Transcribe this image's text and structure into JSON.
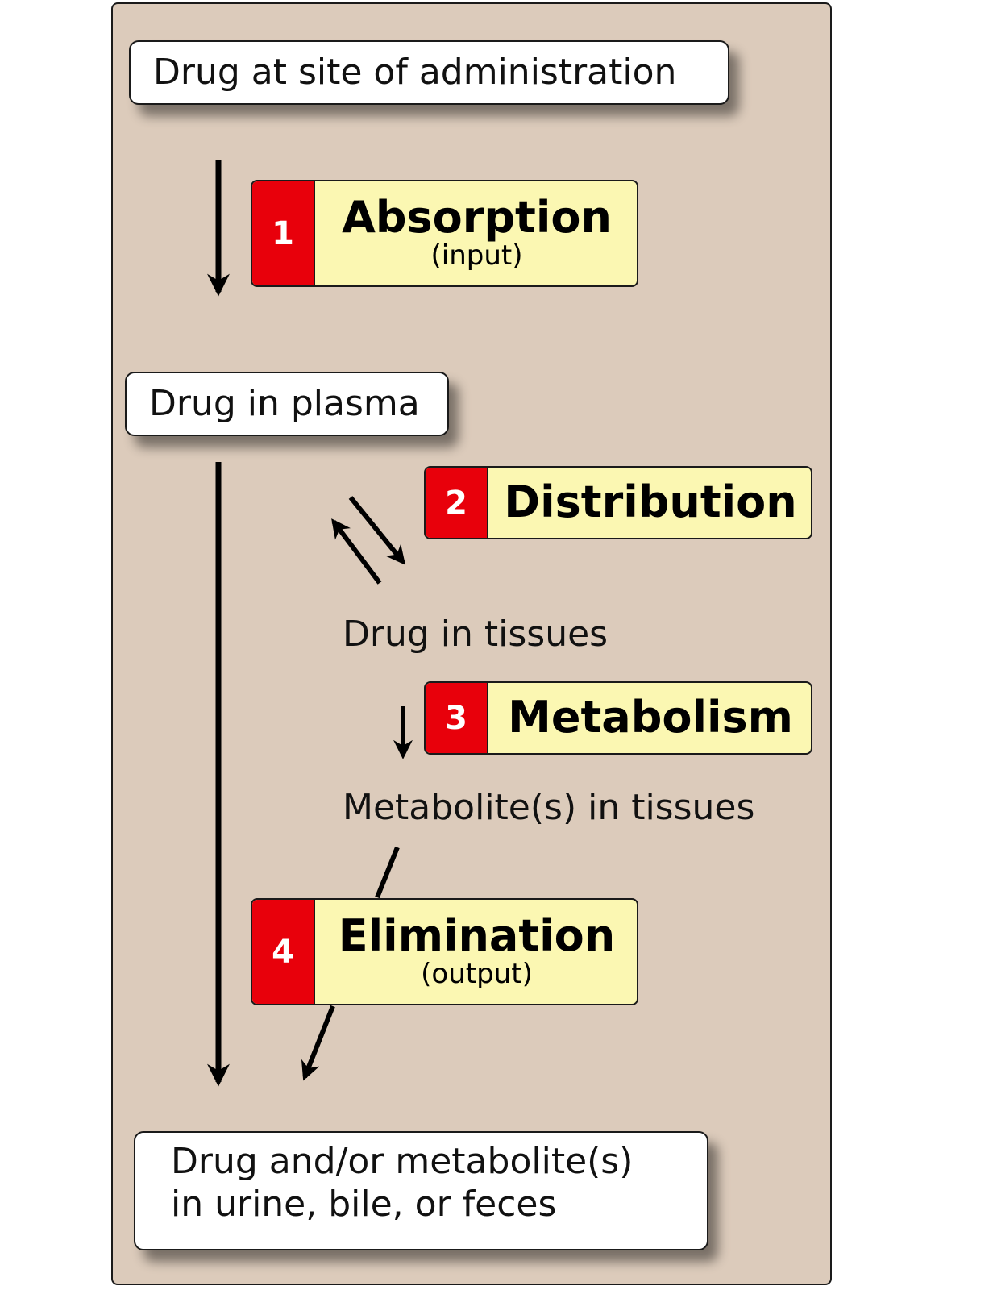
{
  "states": {
    "site": "Drug at site of administration",
    "plasma": "Drug in plasma",
    "tissues": "Drug in tissues",
    "metabolites": "Metabolite(s) in tissues",
    "excreted_line1": "Drug and/or metabolite(s)",
    "excreted_line2": "in urine, bile, or feces"
  },
  "steps": [
    {
      "number": "1",
      "title": "Absorption",
      "subtitle": "(input)"
    },
    {
      "number": "2",
      "title": "Distribution",
      "subtitle": ""
    },
    {
      "number": "3",
      "title": "Metabolism",
      "subtitle": ""
    },
    {
      "number": "4",
      "title": "Elimination",
      "subtitle": "(output)"
    }
  ],
  "colors": {
    "panel": "#dccbbb",
    "step_fill": "#fbf7b2",
    "number_fill": "#e8000b",
    "state_fill": "#ffffff"
  }
}
